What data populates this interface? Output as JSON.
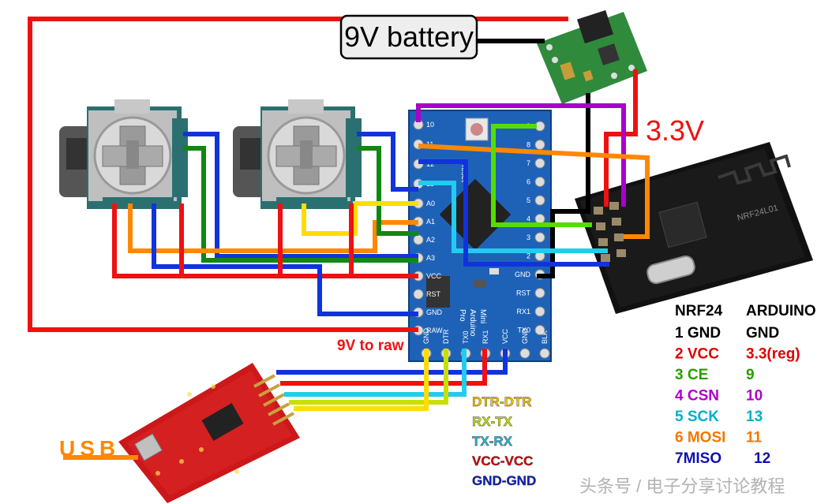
{
  "labels": {
    "battery": "9V battery",
    "v33": "3.3V",
    "raw": "9V to raw",
    "usb": "USB",
    "watermark": "头条号 / 电子分享讨论教程"
  },
  "arduino": {
    "top_pins": [
      "10",
      "11",
      "12",
      "13"
    ],
    "right_pins": [
      "9",
      "8",
      "7",
      "6",
      "5",
      "4",
      "3",
      "2",
      "GND",
      "RST",
      "RX1",
      "TX0"
    ],
    "left_pins": [
      "A0",
      "A1",
      "A2",
      "A3",
      "VCC",
      "RST",
      "GND",
      "RAW"
    ],
    "bottom_pins": [
      "GND",
      "DTR",
      "TX0",
      "RX1",
      "VCC",
      "GND",
      "BLK"
    ],
    "board_text": [
      "Arduino",
      "Pro",
      "Mini"
    ],
    "reset": "Reset"
  },
  "ftdi_map": [
    {
      "text": "DTR-DTR",
      "color": "#f2c400"
    },
    {
      "text": "RX-TX",
      "color": "#c8e000"
    },
    {
      "text": "TX-RX",
      "color": "#20b8d8"
    },
    {
      "text": "VCC-VCC",
      "color": "#e00000"
    },
    {
      "text": "GND-GND",
      "color": "#1020c0"
    }
  ],
  "pin_table": {
    "headers": [
      "NRF24",
      "ARDUINO"
    ],
    "rows": [
      {
        "nrf": "1 GND",
        "arduino": "GND",
        "color": "#000000"
      },
      {
        "nrf": "2 VCC",
        "arduino": "3.3(reg)",
        "color": "#e00000"
      },
      {
        "nrf": "3 CE",
        "arduino": "9",
        "color": "#2a9d00"
      },
      {
        "nrf": "4 CSN",
        "arduino": "10",
        "color": "#b000c8"
      },
      {
        "nrf": "5 SCK",
        "arduino": "13",
        "color": "#00b0c8"
      },
      {
        "nrf": "6 MOSI",
        "arduino": "11",
        "color": "#f07800"
      },
      {
        "nrf": "7MISO",
        "arduino": "12",
        "color": "#1010b0"
      }
    ]
  },
  "colors": {
    "red": "#ee1111",
    "black": "#000000",
    "blue": "#1133dd",
    "green": "#118811",
    "purple": "#aa00cc",
    "orange": "#ff8800",
    "cyan": "#22ccee",
    "yellow": "#ffdd00",
    "lime": "#55dd00",
    "board": "#1e62b8",
    "pcb_red": "#cc1818",
    "reg_green": "#2f8a3c"
  }
}
